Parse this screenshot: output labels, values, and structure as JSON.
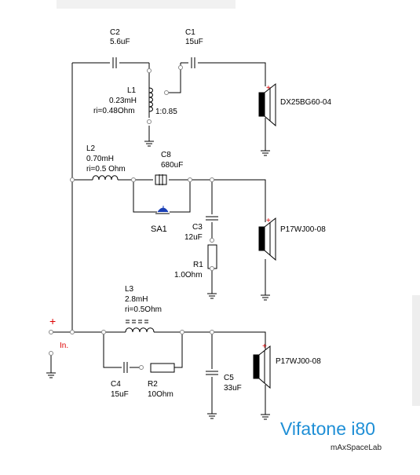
{
  "components": {
    "c2": {
      "ref": "C2",
      "value": "5.6uF"
    },
    "c1": {
      "ref": "C1",
      "value": "15uF"
    },
    "l1": {
      "ref": "L1",
      "value": "0.23mH",
      "ri": "ri=0.48Ohm",
      "ratio": "1:0.85"
    },
    "tweeter": {
      "model": "DX25BG60-04"
    },
    "l2": {
      "ref": "L2",
      "value": "0.70mH",
      "ri": "ri=0.5 Ohm"
    },
    "c8": {
      "ref": "C8",
      "value": "680uF"
    },
    "sa1": {
      "ref": "SA1"
    },
    "c3": {
      "ref": "C3",
      "value": "12uF"
    },
    "r1": {
      "ref": "R1",
      "value": "1.0Ohm"
    },
    "mid": {
      "model": "P17WJ00-08"
    },
    "l3": {
      "ref": "L3",
      "value": "2.8mH",
      "ri": "ri=0.5Ohm"
    },
    "c4": {
      "ref": "C4",
      "value": "15uF"
    },
    "r2": {
      "ref": "R2",
      "value": "10Ohm"
    },
    "c5": {
      "ref": "C5",
      "value": "33uF"
    },
    "woofer": {
      "model": "P17WJ00-08"
    }
  },
  "input": {
    "plus": "+",
    "label": "In."
  },
  "speaker_plus": "+",
  "brand": {
    "title": "Vifatone i80",
    "subtitle": "mAxSpaceLab"
  },
  "colors": {
    "wire": "#000000",
    "node": "#888888",
    "plus": "#dd0000",
    "brand": "#1f8fd6",
    "switch": "#1a3fb5"
  }
}
